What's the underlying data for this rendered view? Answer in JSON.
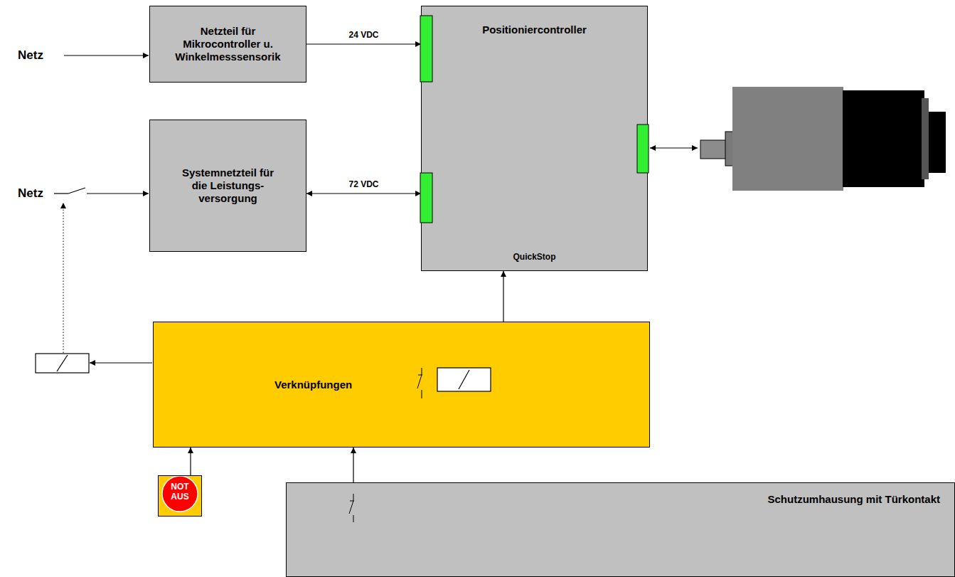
{
  "diagram": {
    "nodes": [
      {
        "text": [
          "Netzteil für Mikrocontroller u. Winkelmesssensorik"
        ]
      },
      {
        "text": [
          "Systemnetzteil für die Leistungs- versorgung"
        ]
      },
      {
        "text": [
          "Positioniercontroller",
          "QuickStop"
        ]
      },
      {
        "text": [
          "Verknüpfungen"
        ]
      },
      {
        "text": [
          "NOT AUS"
        ]
      },
      {
        "text": [
          "Schutzumhausung mit Türkontakt"
        ]
      }
    ],
    "edges": [
      {
        "from": 0,
        "to": 2,
        "arrow": "to",
        "label": "24 VDC"
      },
      {
        "from": 1,
        "to": 2,
        "arrow": "both",
        "label": "72 VDC"
      },
      {
        "from": 3,
        "to": 2,
        "arrow": "to"
      },
      {
        "from": 4,
        "to": 3,
        "arrow": "to"
      },
      {
        "from": 5,
        "to": 3,
        "arrow": "to"
      }
    ],
    "labels": [
      "Netz",
      "Netz"
    ]
  }
}
